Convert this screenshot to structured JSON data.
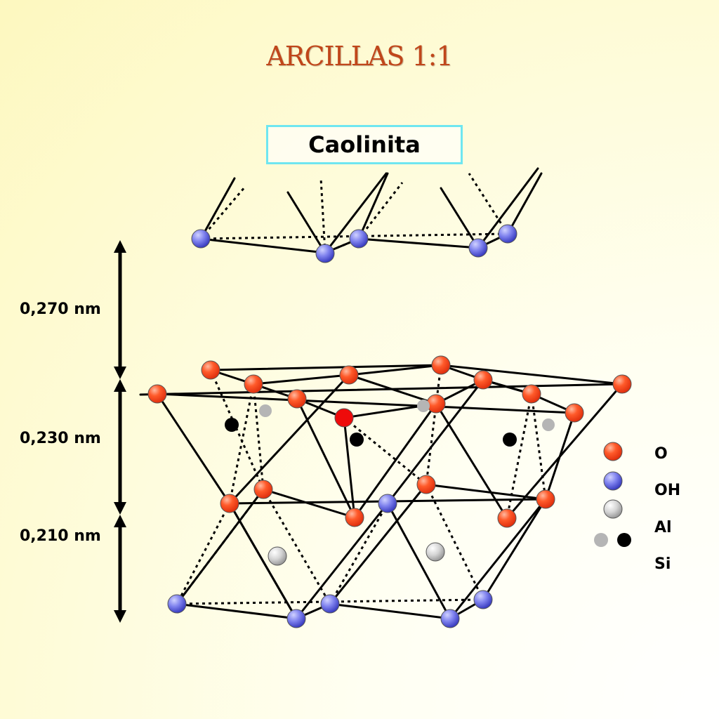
{
  "title": "ARCILLAS 1:1",
  "mineral_name": "Caolinita",
  "dimensions": [
    {
      "label": "0,270 nm"
    },
    {
      "label": "0,230 nm"
    },
    {
      "label": "0,210 nm"
    }
  ],
  "legend": [
    {
      "label": "O",
      "color": "#ff4a1c"
    },
    {
      "label": "OH",
      "color": "#5a5ce0"
    },
    {
      "label": "Al",
      "color": "#c6c6c6"
    },
    {
      "label": "Si",
      "color": "#000000",
      "alt_color": "#b0b0b0"
    }
  ]
}
